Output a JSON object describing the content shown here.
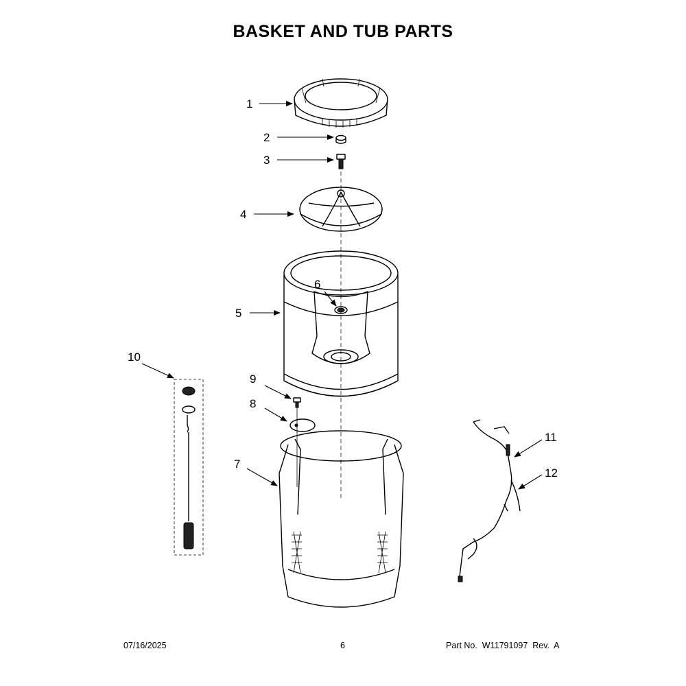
{
  "title": "BASKET AND TUB PARTS",
  "callouts": [
    "1",
    "2",
    "3",
    "4",
    "5",
    "6",
    "7",
    "8",
    "9",
    "10",
    "11",
    "12"
  ],
  "footer": {
    "date": "07/16/2025",
    "page": "6",
    "part_no": "Part No.  W11791097  Rev.  A"
  }
}
